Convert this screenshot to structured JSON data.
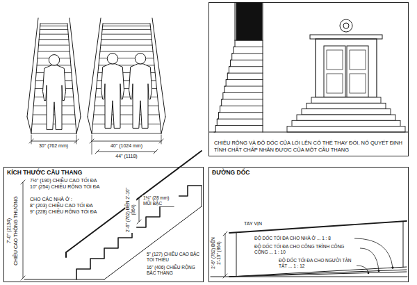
{
  "diagram": {
    "nodes": [
      {
        "text": [
          "CHIỀU RỘNG VÀ ĐỘ DỐC CỦA LỐI LÊN CÓ THỂ THAY ĐỔI, NÓ QUYẾT ĐỊNH TÍNH CHẤT CHẤP NHẬN ĐƯỢC CỦA MỘT CẦU THANG"
        ]
      },
      {
        "text": [
          "KÍCH THƯỚC CẦU THANG"
        ]
      },
      {
        "text": [
          "ĐƯỜNG DỐC"
        ]
      }
    ],
    "labels": [
      "30\" (762 mm)",
      "40\" (1024 mm)",
      "44\" (1118)",
      "7½\" (190) CHIỀU CAO TỐI ĐA",
      "10\" (254) CHIỀU RỘNG TỐI ĐA",
      "CHO CÁC NHÀ Ở :",
      "8\" (203) CHIỀU CAO TỐI ĐA",
      "9\" (228) CHIỀU RỘNG TỐI ĐA",
      "2'-6\" (762) ĐẾN 2'-10\" (864)",
      "1⅛\" (28 mm) MŨI BẬC",
      "5\" (127) CHIỀU CAO BẬC TỐI THIỂU",
      "16\" (406) CHIỀU RỘNG BẬC THANG",
      "7'-0\" (2134)",
      "CHIỀU CAO THÔNG THƯỜNG",
      "TAY VỊN",
      "ĐỘ DỐC TỐI ĐA CHO NHÀ Ở ... 1 : 8",
      "ĐỘ DỐC TỐI ĐA CHO CÔNG TRÌNH CÔNG CỘNG ... 1 : 10",
      "ĐỘ DỐC TỐI ĐA CHO NGƯỜI TÀN TẬT ... 1 : 12",
      "2'-6\" (762) ĐẾN 2'-10\" (864)"
    ]
  }
}
